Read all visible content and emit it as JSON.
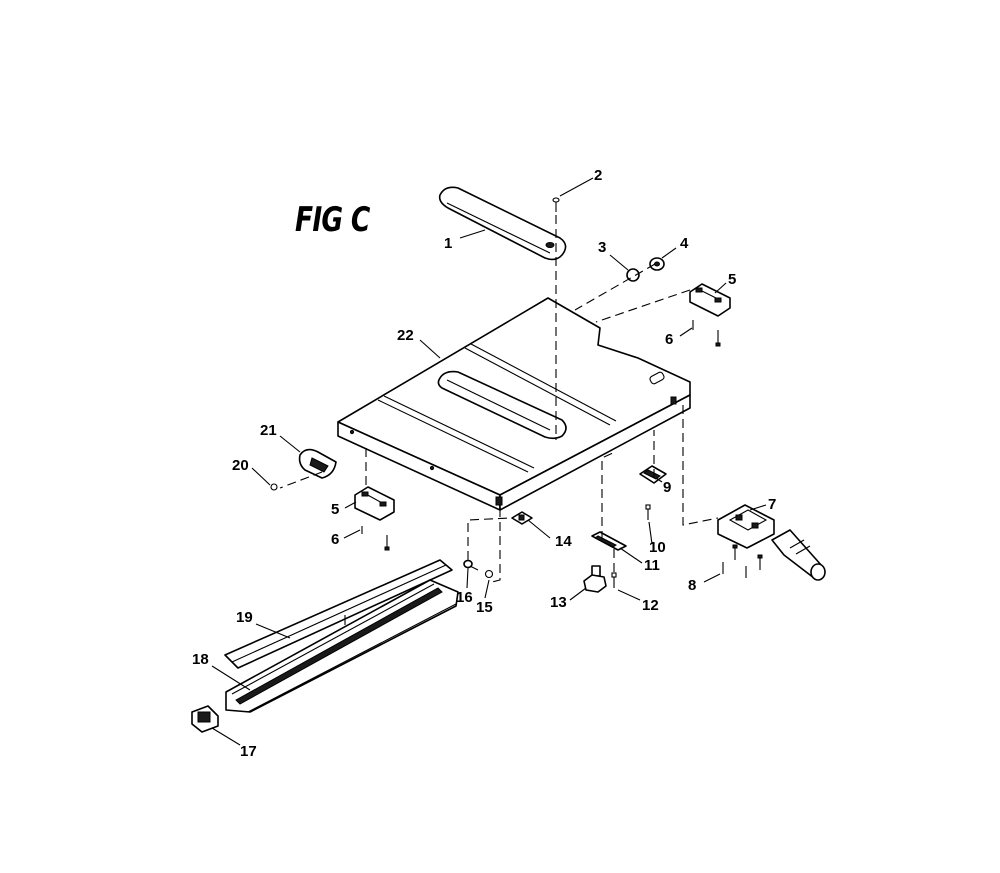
{
  "figure": {
    "title": "FIG C"
  },
  "callouts": {
    "c1": "1",
    "c2": "2",
    "c3": "3",
    "c4": "4",
    "c5a": "5",
    "c5b": "5",
    "c6a": "6",
    "c6b": "6",
    "c7": "7",
    "c8": "8",
    "c9": "9",
    "c10": "10",
    "c11": "11",
    "c12": "12",
    "c13": "13",
    "c14": "14",
    "c15": "15",
    "c16": "16",
    "c17": "17",
    "c18": "18",
    "c19": "19",
    "c20": "20",
    "c21": "21",
    "c22": "22"
  }
}
